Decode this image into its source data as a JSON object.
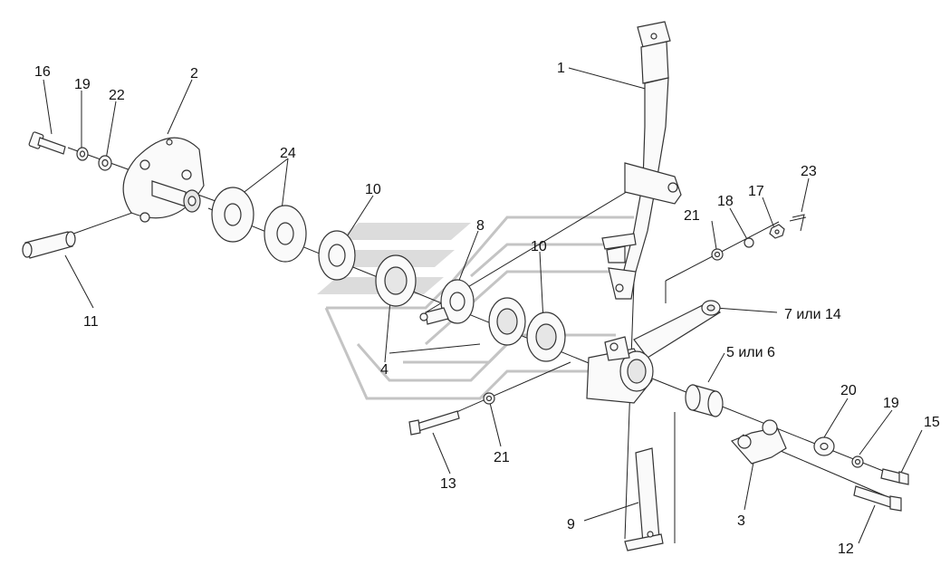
{
  "labels": {
    "p1": "1",
    "p2": "2",
    "p3": "3",
    "p4": "4",
    "p5": "5 или 6",
    "p7": "7 или 14",
    "p8": "8",
    "p9": "9",
    "p10a": "10",
    "p10b": "10",
    "p11": "11",
    "p12": "12",
    "p13": "13",
    "p15": "15",
    "p16": "16",
    "p17": "17",
    "p18": "18",
    "p19a": "19",
    "p19b": "19",
    "p20": "20",
    "p21a": "21",
    "p21b": "21",
    "p22": "22",
    "p23": "23",
    "p24": "24"
  },
  "colors": {
    "line": "#222222",
    "part_fill": "#fafafa",
    "watermark": "#c4c4c4"
  }
}
